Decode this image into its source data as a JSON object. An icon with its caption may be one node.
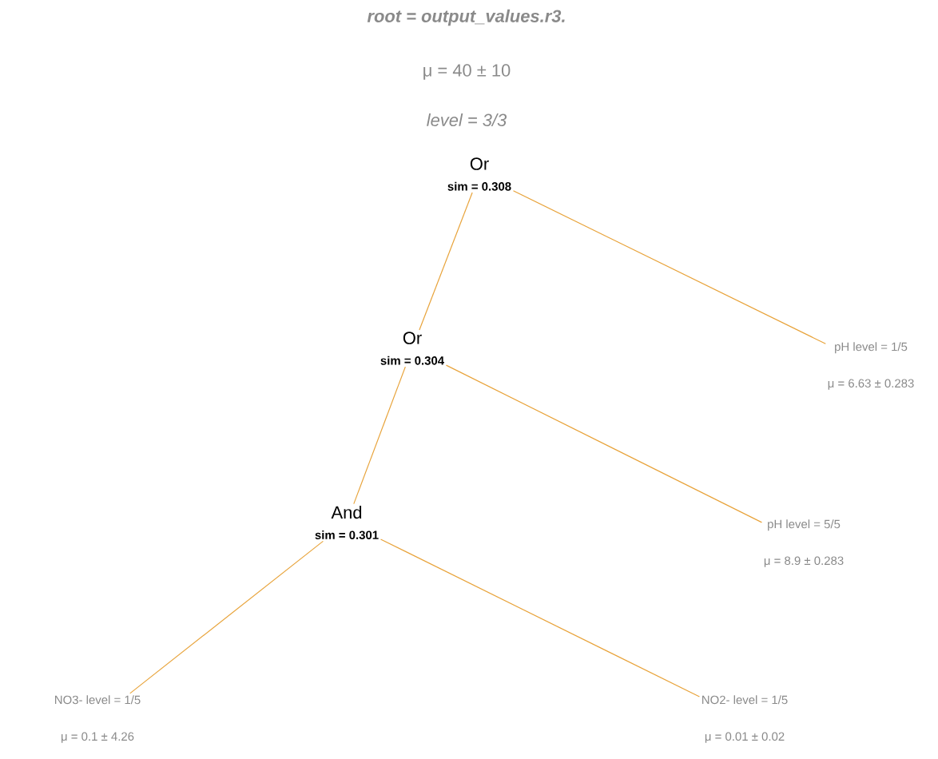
{
  "diagram": {
    "title": "root = output_values.r3.",
    "nodes": [
      {
        "text": [
          "Or",
          "sim = 0.308"
        ]
      },
      {
        "text": [
          "Or",
          "sim = 0.304"
        ]
      },
      {
        "text": [
          "And",
          "sim = 0.301"
        ]
      },
      {
        "text": [
          "pH level = 1/5",
          "μ = 6.63 ± 0.283"
        ]
      },
      {
        "text": [
          "pH level = 5/5",
          "μ = 8.9 ± 0.283"
        ]
      },
      {
        "text": [
          "NO3- level = 1/5",
          "μ = 0.1 ± 4.26"
        ]
      },
      {
        "text": [
          "NO2- level = 1/5",
          "μ = 0.01 ± 0.02"
        ]
      }
    ],
    "edges": [
      {
        "from": 0,
        "to": 1,
        "arrow": "none"
      },
      {
        "from": 0,
        "to": 3,
        "arrow": "none"
      },
      {
        "from": 1,
        "to": 2,
        "arrow": "none"
      },
      {
        "from": 1,
        "to": 4,
        "arrow": "none"
      },
      {
        "from": 2,
        "to": 5,
        "arrow": "none"
      },
      {
        "from": 2,
        "to": 6,
        "arrow": "none"
      }
    ],
    "labels": [
      "μ = 40 ± 10",
      "level = 3/3"
    ]
  }
}
